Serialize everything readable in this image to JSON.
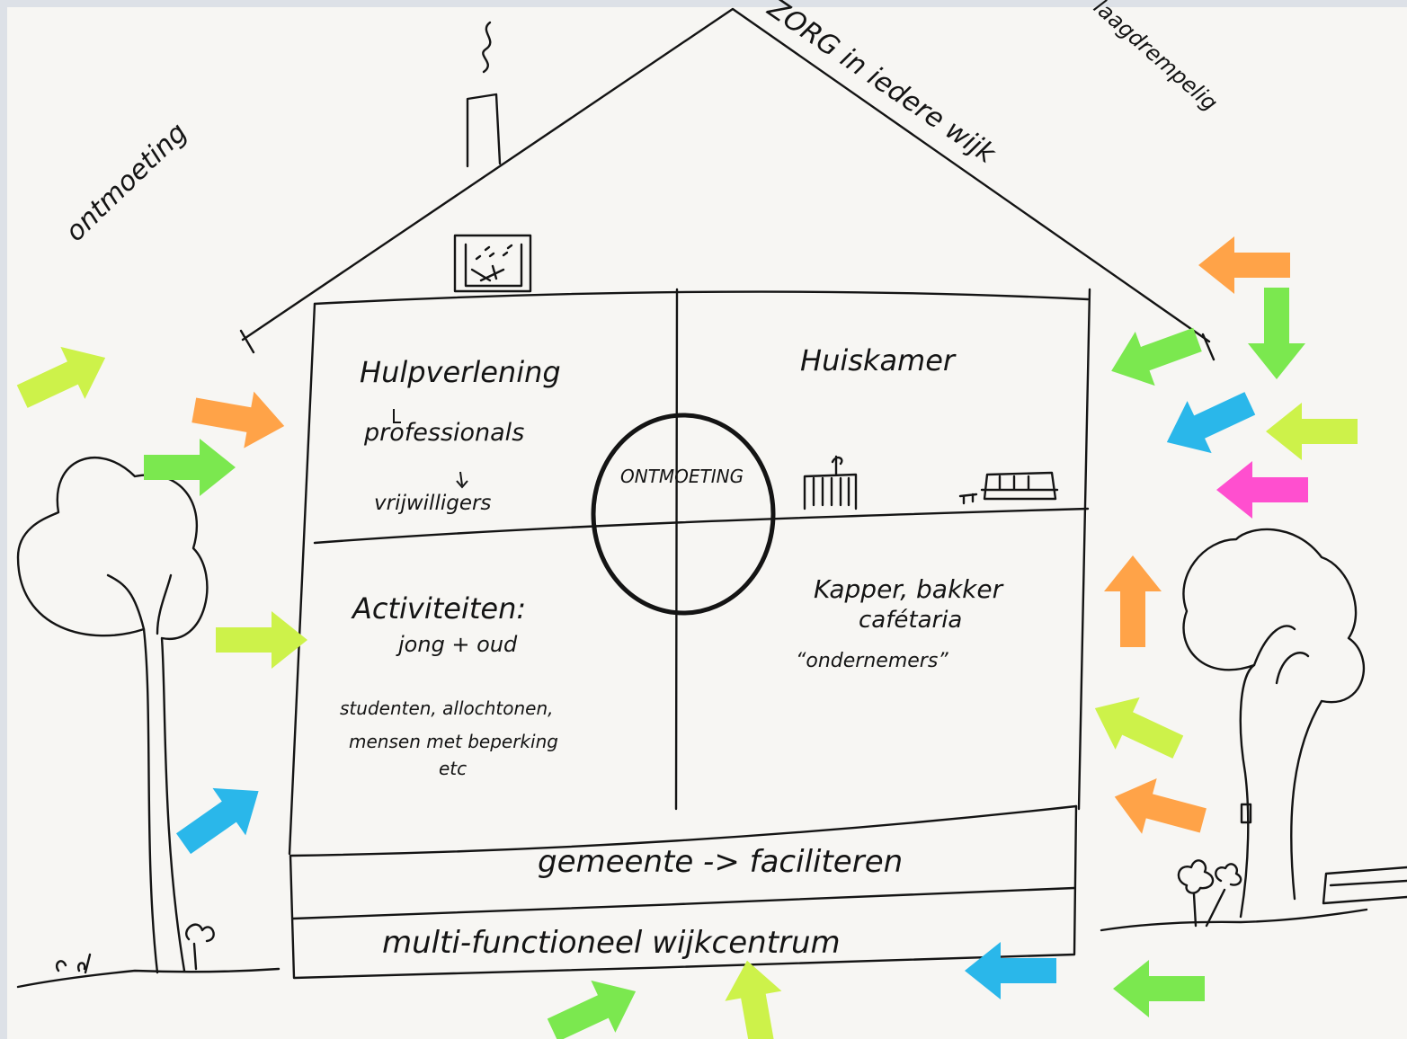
{
  "labels": {
    "meeting_left": "ontmoeting",
    "roof_text": "ZORG in iedere wijk",
    "threshold": "laagdrempelig",
    "room_help_title": "Hulpverlening",
    "room_help_line2": "professionals",
    "room_help_line3": "vrijwilligers",
    "center_circle": "ONTMOETING",
    "room_living": "Huiskamer",
    "room_activities_title": "Activiteiten:",
    "room_activities_line2": "jong + oud",
    "room_activities_line3": "studenten, allochtonen,",
    "room_activities_line4": "mensen met beperking",
    "room_activities_line5": "etc",
    "room_business_line1": "Kapper, bakker",
    "room_business_line2": "cafétaria",
    "room_business_line3": "“ondernemers”",
    "foundation_upper": "gemeente -> faciliteren",
    "foundation_lower": "multi-functioneel wijkcentrum"
  },
  "colors": {
    "lime": "#cdf24a",
    "green": "#7be84f",
    "orange": "#ffa348",
    "blue": "#2ab7ea",
    "pink": "#ff4fcf",
    "paper": "#f7f6f3",
    "ink": "#141414"
  },
  "sticky_arrows": [
    {
      "color": "lime",
      "direction": "right"
    },
    {
      "color": "orange",
      "direction": "right"
    },
    {
      "color": "green",
      "direction": "right"
    },
    {
      "color": "lime",
      "direction": "right"
    },
    {
      "color": "blue",
      "direction": "right"
    },
    {
      "color": "orange",
      "direction": "left"
    },
    {
      "color": "green",
      "direction": "down"
    },
    {
      "color": "green",
      "direction": "left"
    },
    {
      "color": "blue",
      "direction": "left"
    },
    {
      "color": "lime",
      "direction": "left"
    },
    {
      "color": "pink",
      "direction": "left"
    },
    {
      "color": "orange",
      "direction": "up"
    },
    {
      "color": "lime",
      "direction": "left"
    },
    {
      "color": "orange",
      "direction": "left"
    },
    {
      "color": "blue",
      "direction": "left"
    },
    {
      "color": "green",
      "direction": "left"
    },
    {
      "color": "green",
      "direction": "right"
    },
    {
      "color": "lime",
      "direction": "up"
    }
  ]
}
